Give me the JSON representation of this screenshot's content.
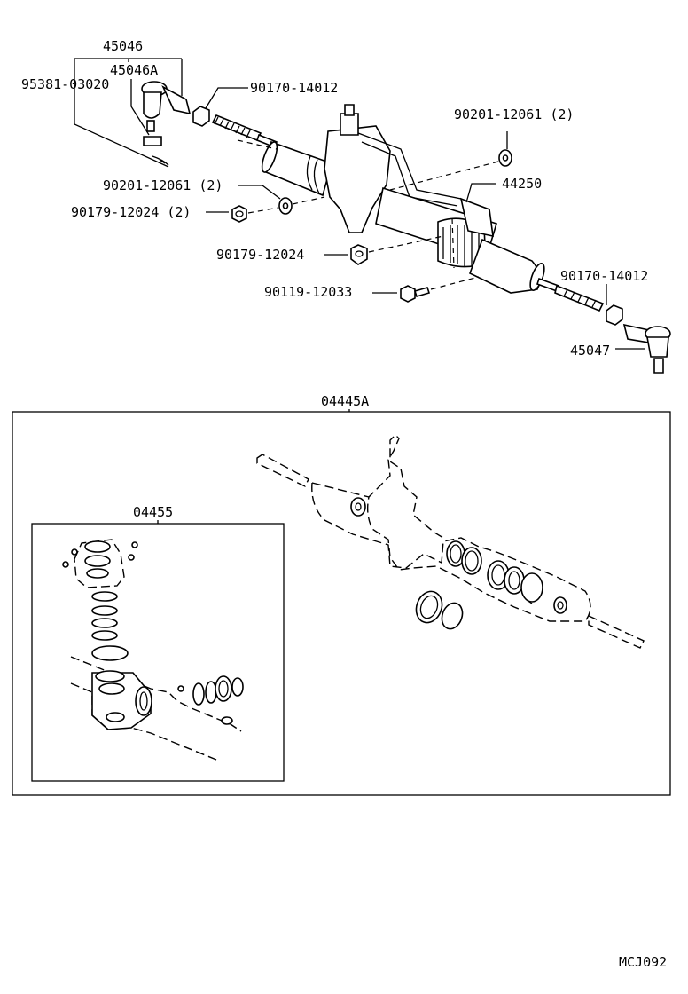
{
  "labels": {
    "p45046": "45046",
    "p45046a": "45046A",
    "p95381": "95381-03020",
    "p90170_top": "90170-14012",
    "p90201_right": "90201-12061 (2)",
    "p44250": "44250",
    "p90201_left": "90201-12061 (2)",
    "p90179_2": "90179-12024 (2)",
    "p90179": "90179-12024",
    "p90119": "90119-12033",
    "p90170_bottom": "90170-14012",
    "p45047": "45047",
    "kit_04445a": "04445A",
    "kit_04455": "04455",
    "diagram_code": "MCJ092"
  }
}
